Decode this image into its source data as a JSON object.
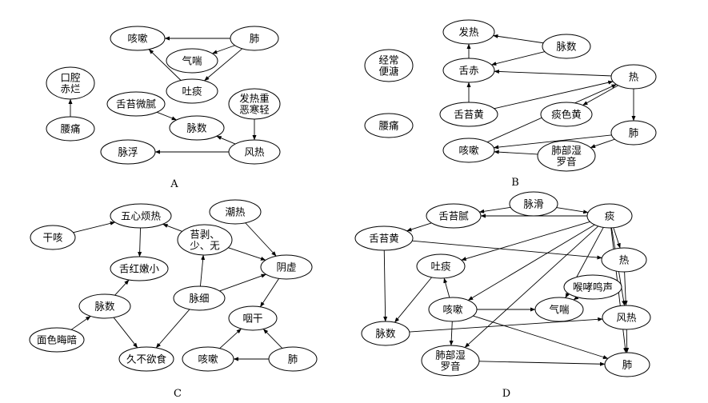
{
  "panels": [
    {
      "label": "A",
      "nodes": {
        "ks": "咳嗽",
        "fei": "肺",
        "qc": "气喘",
        "tt": "吐痰",
        "kq": "口腔|赤烂",
        "yt": "腰痛",
        "stwn": "舌苔微腻",
        "fr": "发热重|恶寒轻",
        "ms": "脉数",
        "mf": "脉浮",
        "fre": "风热"
      },
      "edges": [
        [
          "fei",
          "ks"
        ],
        [
          "fei",
          "qc"
        ],
        [
          "tt",
          "ks"
        ],
        [
          "fei",
          "tt"
        ],
        [
          "yt",
          "kq"
        ],
        [
          "stwn",
          "ms"
        ],
        [
          "fr",
          "fre"
        ],
        [
          "fre",
          "ms"
        ],
        [
          "fre",
          "mf"
        ]
      ]
    },
    {
      "label": "B",
      "nodes": {
        "fr": "发热",
        "ms": "脉数",
        "jc": "经常|便溏",
        "sc": "舌赤",
        "re": "热",
        "sth": "舌苔黄",
        "tsh": "痰色黄",
        "yt": "腰痛",
        "fei": "肺",
        "ks": "咳嗽",
        "fbs": "肺部湿|罗音"
      },
      "edges": [
        [
          "ms",
          "fr"
        ],
        [
          "sc",
          "fr"
        ],
        [
          "ms",
          "sc"
        ],
        [
          "re",
          "sc"
        ],
        [
          "sth",
          "sc"
        ],
        [
          "sth",
          "re"
        ],
        [
          "re",
          "tsh"
        ],
        [
          "re",
          "fei"
        ],
        [
          "ks",
          "re"
        ],
        [
          "fei",
          "ks"
        ],
        [
          "fbs",
          "ks"
        ],
        [
          "fei",
          "fbs"
        ]
      ]
    },
    {
      "label": "C",
      "nodes": {
        "wx": "五心烦热",
        "gk": "干咳",
        "tb": "苔剥、|少、无",
        "cr": "潮热",
        "sh": "舌红嫩小",
        "yx": "阴虚",
        "mx": "脉细",
        "ms": "脉数",
        "ys": "咽干",
        "mh": "面色晦暗",
        "jb": "久不欲食",
        "ks": "咳嗽",
        "fei": "肺"
      },
      "edges": [
        [
          "gk",
          "wx"
        ],
        [
          "tb",
          "wx"
        ],
        [
          "wx",
          "sh"
        ],
        [
          "ms",
          "sh"
        ],
        [
          "mh",
          "ms"
        ],
        [
          "ms",
          "jb"
        ],
        [
          "mx",
          "jb"
        ],
        [
          "mx",
          "tb"
        ],
        [
          "mx",
          "yx"
        ],
        [
          "tb",
          "yx"
        ],
        [
          "cr",
          "yx"
        ],
        [
          "yx",
          "ys"
        ],
        [
          "ks",
          "ys"
        ],
        [
          "fei",
          "ys"
        ],
        [
          "fei",
          "ks"
        ]
      ]
    },
    {
      "label": "D",
      "nodes": {
        "ms2": "脉滑",
        "stn": "舌苔腻",
        "tan": "痰",
        "sth": "舌苔黄",
        "re": "热",
        "tt": "吐痰",
        "hx": "喉哮鸣声",
        "ks": "咳嗽",
        "qc": "气喘",
        "fre": "风热",
        "ms": "脉数",
        "fbs": "肺部湿|罗音",
        "fei": "肺"
      },
      "edges": [
        [
          "ms2",
          "stn"
        ],
        [
          "ms2",
          "tan"
        ],
        [
          "tan",
          "stn"
        ],
        [
          "stn",
          "sth"
        ],
        [
          "sth",
          "re"
        ],
        [
          "sth",
          "ms"
        ],
        [
          "tan",
          "re"
        ],
        [
          "tan",
          "tt"
        ],
        [
          "tan",
          "ks"
        ],
        [
          "tan",
          "qc"
        ],
        [
          "tan",
          "fbs"
        ],
        [
          "tan",
          "fei"
        ],
        [
          "tan",
          "fre"
        ],
        [
          "re",
          "fre"
        ],
        [
          "fre",
          "fei"
        ],
        [
          "ks",
          "tt"
        ],
        [
          "ks",
          "qc"
        ],
        [
          "ks",
          "fei"
        ],
        [
          "ks",
          "fbs"
        ],
        [
          "tt",
          "ms"
        ],
        [
          "ms",
          "fre"
        ],
        [
          "fbs",
          "fei"
        ],
        [
          "hx",
          "qc"
        ]
      ]
    }
  ]
}
